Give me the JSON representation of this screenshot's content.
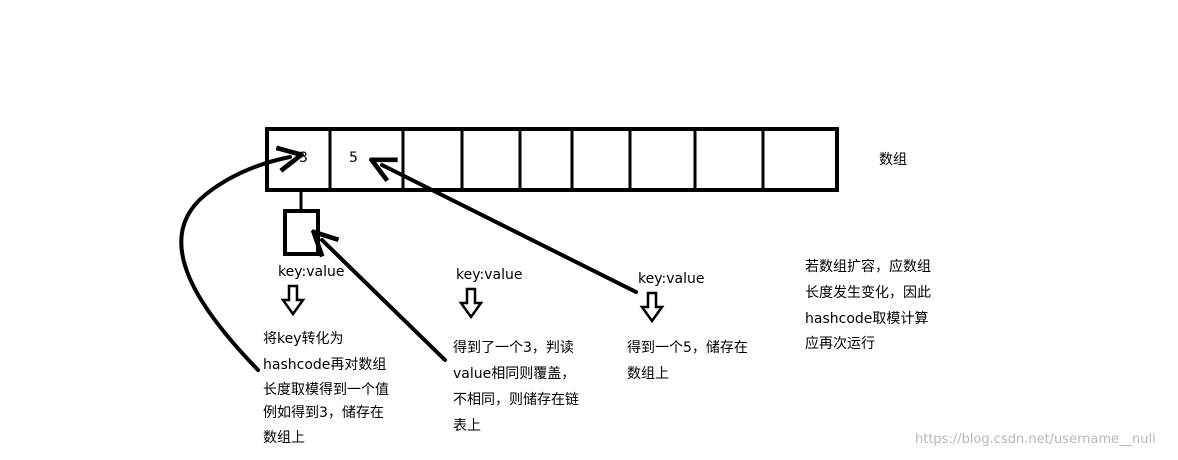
{
  "array": {
    "label": "数组",
    "cells": [
      "3",
      "5",
      "",
      "",
      "",
      "",
      "",
      "",
      ""
    ]
  },
  "key_value_labels": [
    "key:value",
    "key:value",
    "key:value"
  ],
  "notes": {
    "note1": [
      "将key转化为",
      "hashcode再对数组",
      "长度取模得到一个值",
      "例如得到3，储存在",
      "数组上"
    ],
    "note2": [
      "得到了一个3，判读",
      "value相同则覆盖，",
      "不相同，则储存在链",
      "表上"
    ],
    "note3": [
      "得到一个5，储存在",
      "数组上"
    ],
    "note4": [
      "若数组扩容，应数组",
      "长度发生变化，因此",
      "hashcode取模计算",
      "应再次运行"
    ]
  },
  "watermark": "https://blog.csdn.net/username__null"
}
